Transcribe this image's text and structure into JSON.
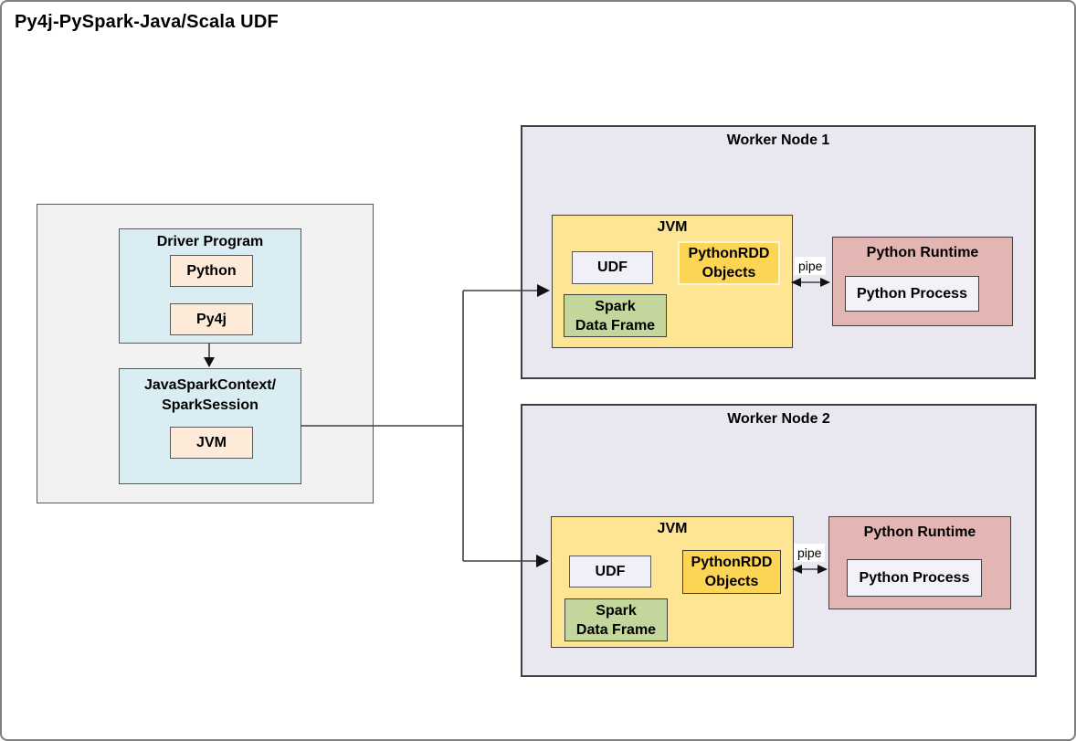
{
  "title": "Py4j-PySpark-Java/Scala UDF",
  "driver": {
    "program_title": "Driver Program",
    "python_label": "Python",
    "py4j_label": "Py4j",
    "context_title_line1": "JavaSparkContext/",
    "context_title_line2": "SparkSession",
    "jvm_label": "JVM"
  },
  "workers": [
    {
      "title": "Worker Node 1",
      "jvm_title": "JVM",
      "udf_label": "UDF",
      "pythonrdd_line1": "PythonRDD",
      "pythonrdd_line2": "Objects",
      "spark_line1": "Spark",
      "spark_line2": "Data Frame",
      "pipe_label": "pipe",
      "runtime_title": "Python Runtime",
      "process_label": "Python Process"
    },
    {
      "title": "Worker Node 2",
      "jvm_title": "JVM",
      "udf_label": "UDF",
      "pythonrdd_line1": "PythonRDD",
      "pythonrdd_line2": "Objects",
      "spark_line1": "Spark",
      "spark_line2": "Data Frame",
      "pipe_label": "pipe",
      "runtime_title": "Python Runtime",
      "process_label": "Python Process"
    }
  ],
  "colors": {
    "page_border": "#7f7f7f",
    "driver_container_fill": "#f2f2f2",
    "blue_box_fill": "#d9edf2",
    "peach_box_fill": "#fdead9",
    "worker_fill": "#e9e7ef",
    "jvm_fill": "#fee593",
    "pythonrdd_fill": "#fcd555",
    "pythonrdd_light_border": "#fdf6d0",
    "spark_green_fill": "#c3d69b",
    "runtime_pink_fill": "#e4b6b3",
    "white_inner_box_fill": "#f4f2f9",
    "connector_line": "#404040"
  }
}
